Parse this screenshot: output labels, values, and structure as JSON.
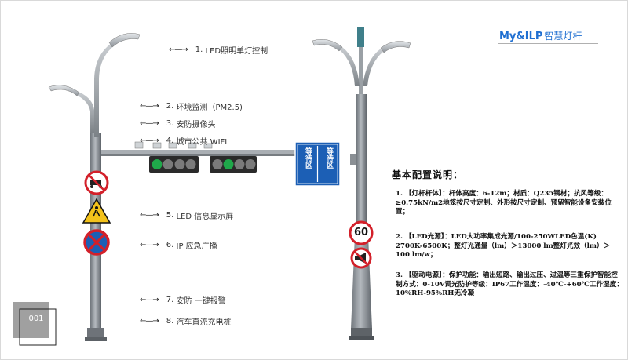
{
  "brand": {
    "latin": "My&ILP",
    "cn": "智慧灯杆"
  },
  "labels": [
    {
      "num": "1.",
      "text": "LED照明单灯控制"
    },
    {
      "num": "2.",
      "text": "环境监测（PM2.5)"
    },
    {
      "num": "3.",
      "text": "安防摄像头"
    },
    {
      "num": "4.",
      "text": "城市公共 WIFI"
    },
    {
      "num": "5.",
      "text": "LED 信息显示屏"
    },
    {
      "num": "6.",
      "text": "IP 应急广播"
    },
    {
      "num": "7.",
      "text": "安防 一键报警"
    },
    {
      "num": "8.",
      "text": "汽车直流充电桩"
    }
  ],
  "config": {
    "title": "基本配置说明：",
    "p1": "1. 【灯杆杆体】：杆体高度：6-12m；材质：Q235钢材；抗风等级：≥0.75kN/m2地笼按尺寸定制、外形按尺寸定制、预留智能设备安装位置；",
    "p2": "2. 【LED光源】：LED大功率集成光源/100-250WLED色温(K) 2700K-6500K；整灯光通量（lm）＞13000 lm整灯光效（lm）＞100 lm/w；",
    "p3": "3. 【驱动电源】：保护功能：输出短路、输出过压、过温等三重保护智能控制方式：0-10V调光防护等级：IP67工作温度：-40℃-+60℃工作湿度：10%RH-95%RH无冷凝"
  },
  "signs": {
    "speed_limit": "60",
    "guide_sign_left": "等待区",
    "guide_sign_right": "等待区"
  },
  "page_number": "001",
  "colors": {
    "brand_blue": "#1f6fd1",
    "pole_gray": "#8a8f94",
    "sign_red": "#d3202a",
    "sign_blue": "#1c5fb5",
    "signal_green": "#1fa84a"
  }
}
